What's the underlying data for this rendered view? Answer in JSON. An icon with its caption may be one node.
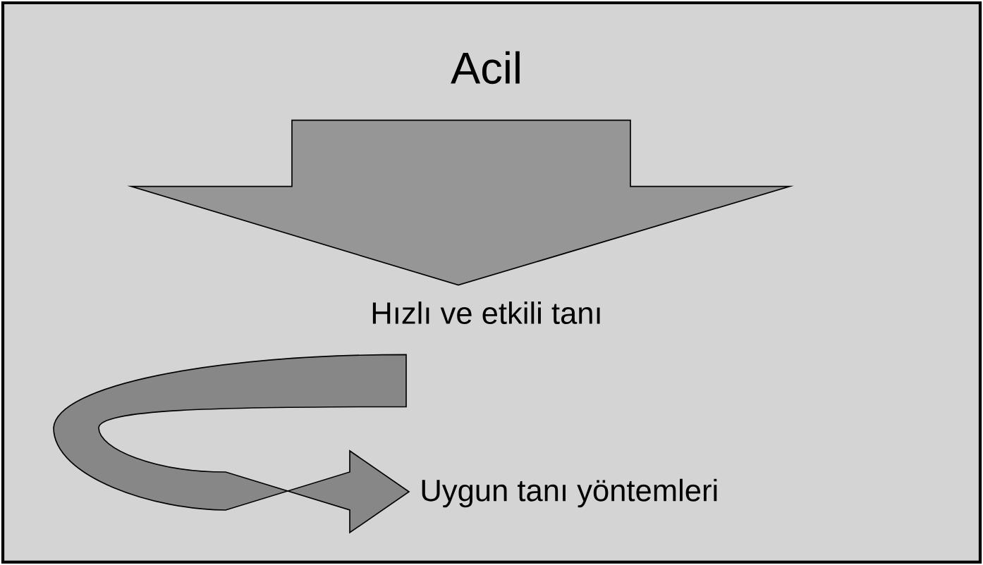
{
  "diagram": {
    "nodes": [
      {
        "text": [
          "Acil"
        ]
      },
      {
        "text": [
          "Hızlı ve etkili tanı"
        ]
      },
      {
        "text": [
          "Uygun tanı yöntemleri"
        ]
      }
    ],
    "edges": [
      {
        "from": 0,
        "to": 1,
        "arrow": "to"
      },
      {
        "from": 1,
        "to": 2,
        "arrow": "to"
      }
    ]
  }
}
